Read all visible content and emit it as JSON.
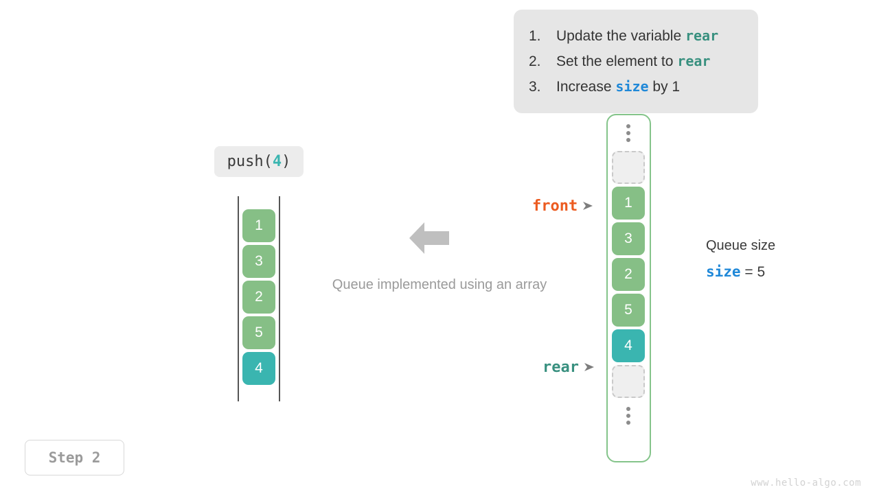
{
  "instructions": {
    "steps": [
      {
        "num": "1.",
        "pre": "Update the variable ",
        "code": "rear",
        "code_kind": "rear",
        "post": ""
      },
      {
        "num": "2.",
        "pre": "Set the element to ",
        "code": "rear",
        "code_kind": "rear",
        "post": ""
      },
      {
        "num": "3.",
        "pre": "Increase ",
        "code": "size",
        "code_kind": "size",
        "post": " by 1"
      }
    ]
  },
  "operation": {
    "name": "push(",
    "value": "4",
    "close": ")"
  },
  "logical_queue": {
    "cells": [
      {
        "value": "1",
        "style": "green"
      },
      {
        "value": "3",
        "style": "green"
      },
      {
        "value": "2",
        "style": "green"
      },
      {
        "value": "5",
        "style": "green"
      },
      {
        "value": "4",
        "style": "teal"
      }
    ]
  },
  "array_queue": {
    "top_dots": "vertical-ellipsis",
    "bottom_dots": "vertical-ellipsis",
    "cells": [
      {
        "value": "",
        "style": "empty"
      },
      {
        "value": "1",
        "style": "green"
      },
      {
        "value": "3",
        "style": "green"
      },
      {
        "value": "2",
        "style": "green"
      },
      {
        "value": "5",
        "style": "green"
      },
      {
        "value": "4",
        "style": "teal"
      },
      {
        "value": "",
        "style": "empty"
      }
    ]
  },
  "markers": {
    "front": "front",
    "rear": "rear"
  },
  "caption": "Queue implemented using an array",
  "size_info": {
    "title": "Queue size",
    "var": "size",
    "equals": " = ",
    "value": "5"
  },
  "step_badge": "Step 2",
  "watermark": "www.hello-algo.com",
  "colors": {
    "green": "#86bf86",
    "teal": "#3ab5b0",
    "front": "#ec5b20",
    "rear": "#38907f",
    "size": "#1f88d8",
    "container_border": "#84c48a",
    "card_bg": "#e6e6e6",
    "arrow": "#bfbfbf"
  }
}
